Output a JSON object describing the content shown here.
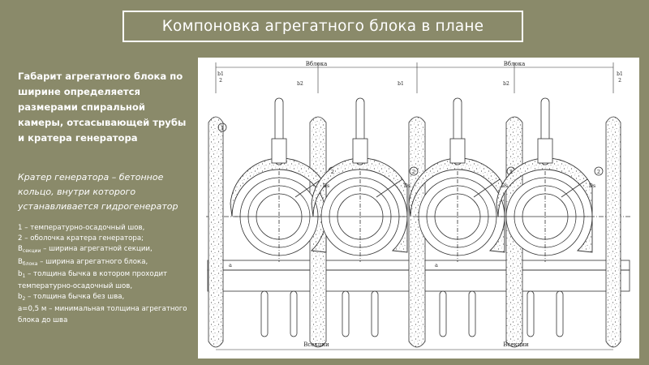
{
  "title": "Компоновка агрегатного блока в плане",
  "paragraph_main": "Габарит агрегатного блока по ширине определяется размерами спиральной камеры, отсасывающей трубы и кратера генератора",
  "paragraph_italic": "Кратер генератора – бетонное кольцо, внутри которого устанавливается гидрогенератор",
  "legend": {
    "line1": "1 – температурно-осадочный шов,",
    "line2": "2 – оболочка кратера генератора;",
    "line3_pre": "B",
    "line3_sub": "секции",
    "line3_post": " – ширина агрегатной секции,",
    "line4_pre": "B",
    "line4_sub": "блока",
    "line4_post": " – ширина агрегатного блока,",
    "line5_pre": "b",
    "line5_sub": "1",
    "line5_post": " – толщина бычка в котором проходит температурно-осадочный шов,",
    "line6_pre": "b",
    "line6_sub": "2",
    "line6_post": " – толщина бычка без шва,",
    "line7": "a=0,5 м – минимальная толщина агрегатного блока до шва"
  },
  "drawing": {
    "dim_block": "Bблока",
    "dim_section": "Bсекции",
    "b1": "b1",
    "b2": "b2",
    "half": "2",
    "ds": "Ds",
    "a": "a",
    "mark1": "1",
    "mark2": "2"
  },
  "colors": {
    "background": "#8a8a6a",
    "text": "#ffffff",
    "drawing_bg": "#ffffff",
    "ink": "#333333"
  }
}
